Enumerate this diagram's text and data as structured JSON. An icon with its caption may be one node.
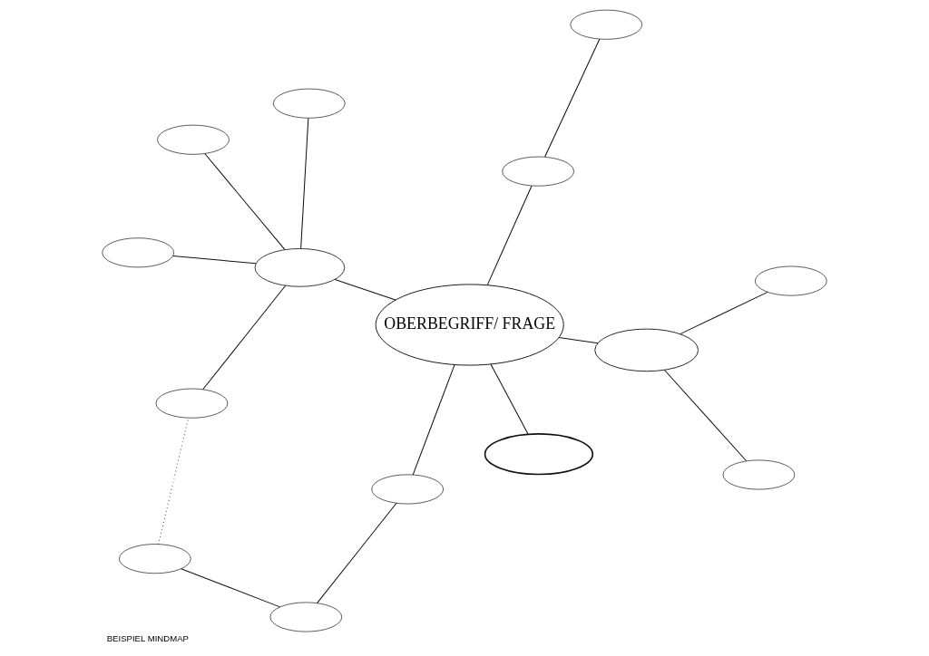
{
  "diagram": {
    "caption": "BEISPIEL MINDMAP",
    "nodes": [
      {
        "text": [],
        "shape": "ellipse"
      },
      {
        "text": [],
        "shape": "ellipse"
      },
      {
        "text": [],
        "shape": "ellipse"
      },
      {
        "text": [],
        "shape": "ellipse"
      },
      {
        "text": [],
        "shape": "ellipse"
      },
      {
        "text": [],
        "shape": "ellipse"
      },
      {
        "text": [],
        "shape": "ellipse"
      },
      {
        "text": [],
        "shape": "ellipse"
      },
      {
        "text": [
          "OBERBEGRIFF/ FRAGE"
        ]
      },
      {
        "text": [],
        "shape": "ellipse"
      },
      {
        "text": [],
        "shape": "ellipse"
      },
      {
        "text": [],
        "shape": "ellipse"
      },
      {
        "text": [],
        "shape": "ellipse"
      },
      {
        "text": [],
        "shape": "ellipse"
      },
      {
        "text": [],
        "shape": "ellipse"
      }
    ],
    "edges": [
      {
        "from": 3,
        "to": 0,
        "arrow": "none",
        "style": "dashed"
      },
      {
        "from": 4,
        "to": 0,
        "arrow": "none"
      },
      {
        "from": 4,
        "to": 1,
        "arrow": "none"
      },
      {
        "from": 4,
        "to": 2,
        "arrow": "none"
      },
      {
        "from": 4,
        "to": 5,
        "arrow": "none"
      },
      {
        "from": 8,
        "to": 4,
        "arrow": "none"
      },
      {
        "from": 3,
        "to": 6,
        "arrow": "none"
      },
      {
        "from": 6,
        "to": 7,
        "arrow": "none"
      },
      {
        "from": 7,
        "to": 8,
        "arrow": "none"
      },
      {
        "from": 8,
        "to": 9,
        "arrow": "none"
      },
      {
        "from": 8,
        "to": 10,
        "arrow": "none"
      },
      {
        "from": 10,
        "to": 12,
        "arrow": "none"
      },
      {
        "from": 10,
        "to": 13,
        "arrow": "none"
      },
      {
        "from": 8,
        "to": 11,
        "arrow": "none"
      },
      {
        "from": 11,
        "to": 14,
        "arrow": "none"
      }
    ]
  }
}
